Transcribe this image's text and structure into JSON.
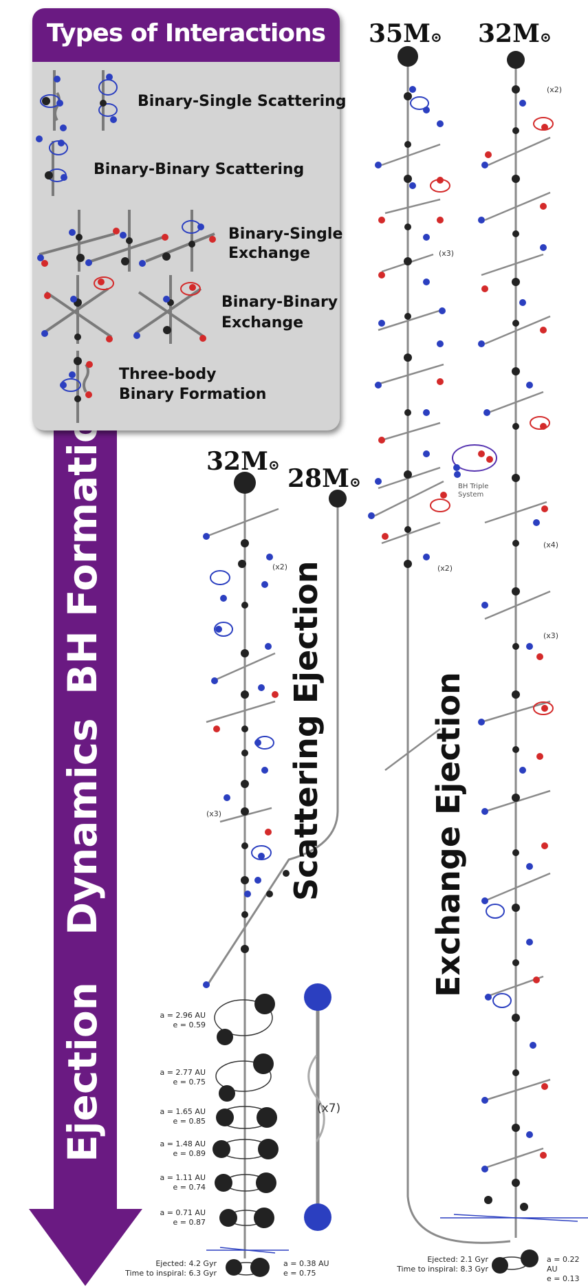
{
  "legend": {
    "title": "Types of Interactions",
    "items": [
      {
        "label": "Binary-Single Scattering"
      },
      {
        "label": "Binary-Binary Scattering"
      },
      {
        "label_line1": "Binary-Single",
        "label_line2": "Exchange"
      },
      {
        "label_line1": "Binary-Binary",
        "label_line2": "Exchange"
      },
      {
        "label_line1": "Three-body",
        "label_line2": "Binary Formation"
      }
    ]
  },
  "timeline_arrow": {
    "stage_1": "BH Formation",
    "stage_2": "Dynamics",
    "stage_3": "Ejection"
  },
  "columns": {
    "col_a": {
      "mass": "32M",
      "label": "Scattering Ejection"
    },
    "col_b": {
      "mass": "28M"
    },
    "col_c": {
      "mass": "35M",
      "label": "Exchange Ejection"
    },
    "col_d": {
      "mass": "32M"
    }
  },
  "annotations": {
    "x2_a": "(x2)",
    "x3_a": "(x3)",
    "x3_c": "(x3)",
    "x2_c": "(x2)",
    "x2_d": "(x2)",
    "x4_d": "(x4)",
    "x3_d": "(x3)",
    "x7": "(x7)",
    "triple_line1": "BH Triple",
    "triple_line2": "System"
  },
  "orbits": [
    {
      "a": "a = 2.96 AU",
      "e": "e = 0.59"
    },
    {
      "a": "a = 2.77 AU",
      "e": "e = 0.75"
    },
    {
      "a": "a = 1.65 AU",
      "e": "e = 0.85"
    },
    {
      "a": "a = 1.48 AU",
      "e": "e = 0.89"
    },
    {
      "a": "a = 1.11 AU",
      "e": "e = 0.74"
    },
    {
      "a": "a = 0.71 AU",
      "e": "e = 0.87"
    }
  ],
  "final_a": {
    "ejected": "Ejected: 4.2 Gyr",
    "inspiral": "Time to inspiral: 6.3 Gyr",
    "a": "a = 0.38 AU",
    "e": "e = 0.75"
  },
  "final_b": {
    "ejected": "Ejected: 2.1 Gyr",
    "inspiral": "Time to inspiral: 8.3 Gyr",
    "a": "a = 0.22 AU",
    "e": "e = 0.13"
  },
  "colors": {
    "purple": "#6a1a82",
    "black_hole": "#222222",
    "blue_star": "#2b3fc0",
    "red_star": "#d42a2a",
    "line": "#8a8a8a"
  }
}
